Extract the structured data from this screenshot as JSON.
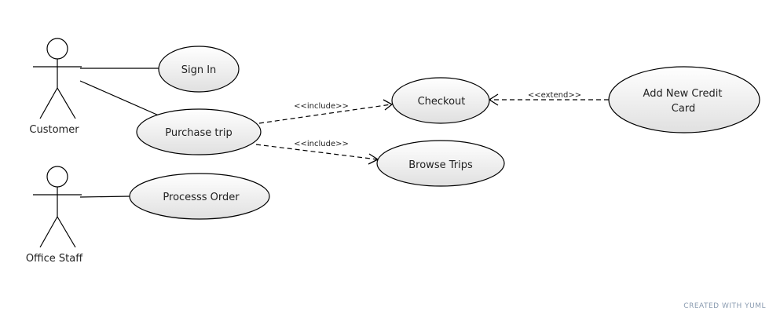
{
  "diagram": {
    "actors": {
      "customer": "Customer",
      "office_staff": "Office Staff"
    },
    "use_cases": {
      "sign_in": "Sign In",
      "purchase_trip": "Purchase trip",
      "process_order": "Processs Order",
      "checkout": "Checkout",
      "browse_trips": "Browse Trips",
      "add_credit_card_line1": "Add New Credit",
      "add_credit_card_line2": "Card"
    },
    "relations": {
      "include_1": "<<include>>",
      "include_2": "<<include>>",
      "extend": "<<extend>>"
    }
  },
  "footer": {
    "text": "CREATED WITH YUML"
  }
}
